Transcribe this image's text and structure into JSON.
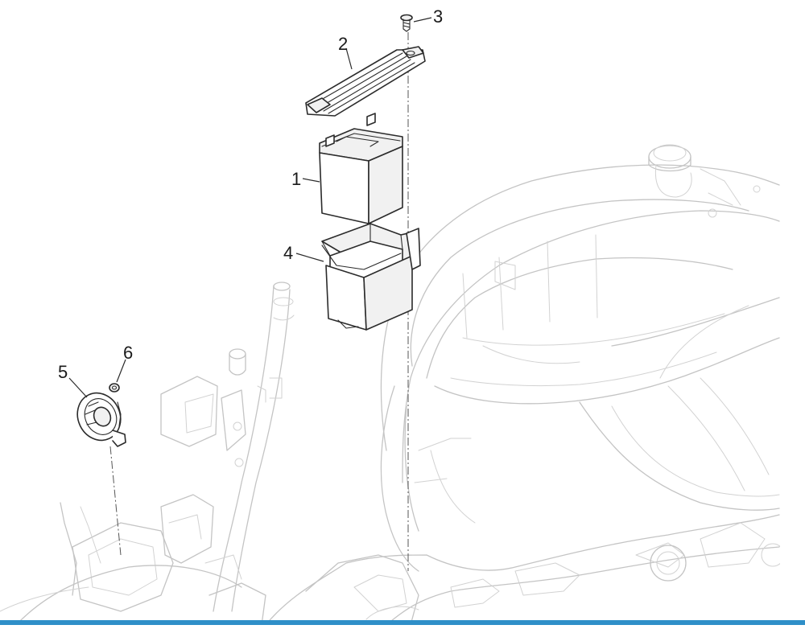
{
  "diagram": {
    "callouts": [
      {
        "id": "1",
        "label": "1"
      },
      {
        "id": "2",
        "label": "2"
      },
      {
        "id": "3",
        "label": "3"
      },
      {
        "id": "4",
        "label": "4"
      },
      {
        "id": "5",
        "label": "5"
      },
      {
        "id": "6",
        "label": "6"
      }
    ]
  },
  "colors": {
    "bottom_bar": "#2f8fc8",
    "ghost_lines": "#c4c4c4",
    "part_lines": "#2b2b2b"
  }
}
